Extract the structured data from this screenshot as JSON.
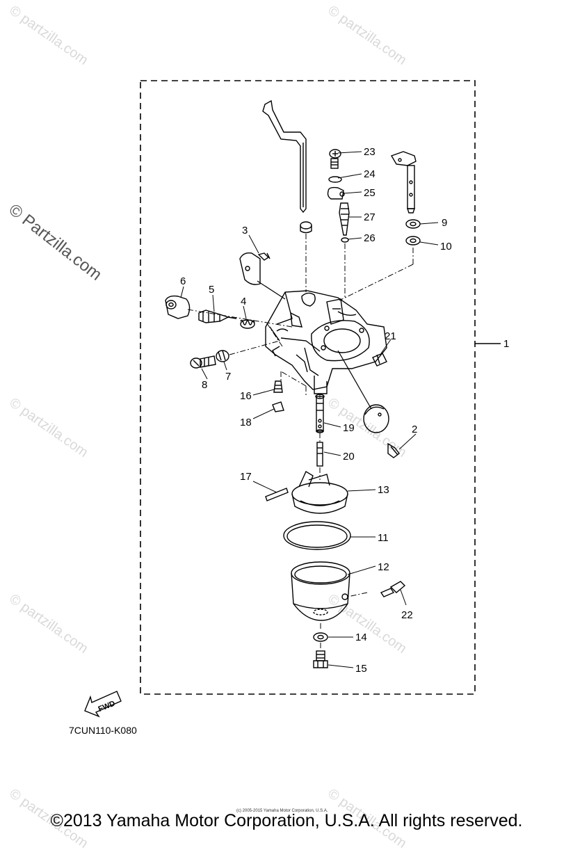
{
  "watermark": {
    "text": "© Partzilla.com",
    "repeat_text": "© partzilla.com"
  },
  "diagram": {
    "code": "7CUN110-K080",
    "fwd_label": "FWD",
    "callouts": {
      "c1": "1",
      "c2": "2",
      "c3": "3",
      "c4": "4",
      "c5": "5",
      "c6": "6",
      "c7": "7",
      "c8": "8",
      "c9": "9",
      "c10": "10",
      "c11": "11",
      "c12": "12",
      "c13": "13",
      "c14": "14",
      "c15": "15",
      "c16": "16",
      "c17": "17",
      "c18": "18",
      "c19": "19",
      "c20": "20",
      "c21": "21",
      "c22": "22",
      "c23": "23",
      "c24": "24",
      "c25": "25",
      "c26": "26",
      "c27": "27"
    }
  },
  "footer": {
    "copyright": "©2013 Yamaha Motor Corporation, U.S.A. All rights reserved.",
    "fine_print": "(c) 2005-2015 Yamaha Motor Corporation, U.S.A."
  },
  "colors": {
    "line": "#000000",
    "watermark": "#c8c8c8",
    "background": "#ffffff"
  }
}
